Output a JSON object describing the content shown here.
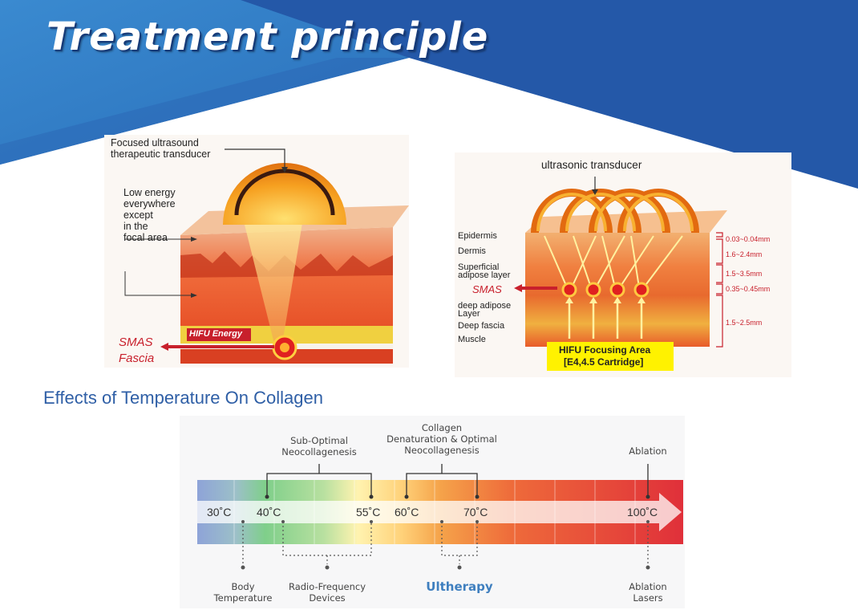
{
  "slide": {
    "title": "Treatment principle",
    "colors": {
      "banner_dark": "#2458a8",
      "banner_light": "#3f86cc",
      "accent_red": "#c8202c",
      "heading_blue": "#2f5fa6"
    }
  },
  "left_diagram": {
    "transducer_label_1": "Focused ultrasound",
    "transducer_label_2": "therapeutic transducer",
    "low_energy_1": "Low energy",
    "low_energy_2": "everywhere",
    "low_energy_3": "except",
    "low_energy_4": "in the",
    "low_energy_5": "focal area",
    "hifu_energy": "HIFU Energy",
    "smas": "SMAS",
    "fascia": "Fascia"
  },
  "right_diagram": {
    "transducer_label": "ultrasonic transducer",
    "layers": [
      {
        "name": "Epidermis",
        "depth": "0.03~0.04mm"
      },
      {
        "name": "Dermis",
        "depth": "1.6~2.4mm"
      },
      {
        "name_1": "Superficial",
        "name_2": "adipose layer",
        "depth": "1.5~3.5mm"
      },
      {
        "name": "SMAS",
        "depth": "0.35~0.45mm"
      },
      {
        "name_1": "deep adipose",
        "name_2": "Layer",
        "depth": "1.5~2.5mm"
      },
      {
        "name": "Deep fascia"
      },
      {
        "name": "Muscle"
      }
    ],
    "focus_area_1": "HIFU Focusing Area",
    "focus_area_2": "[E4,4.5 Cartridge]"
  },
  "collagen": {
    "heading": "Effects of Temperature On Collagen",
    "temps": [
      "30˚C",
      "40˚C",
      "55˚C",
      "60˚C",
      "70˚C",
      "100˚C"
    ],
    "top_labels": {
      "sub_optimal_1": "Sub-Optimal",
      "sub_optimal_2": "Neocollagenesis",
      "denat_1": "Collagen",
      "denat_2": "Denaturation & Optimal",
      "denat_3": "Neocollagenesis",
      "ablation": "Ablation"
    },
    "bottom_labels": {
      "body_1": "Body",
      "body_2": "Temperature",
      "rf_1": "Radio-Frequency",
      "rf_2": "Devices",
      "ultherapy": "Ultherapy",
      "lasers_1": "Ablation",
      "lasers_2": "Lasers"
    }
  }
}
